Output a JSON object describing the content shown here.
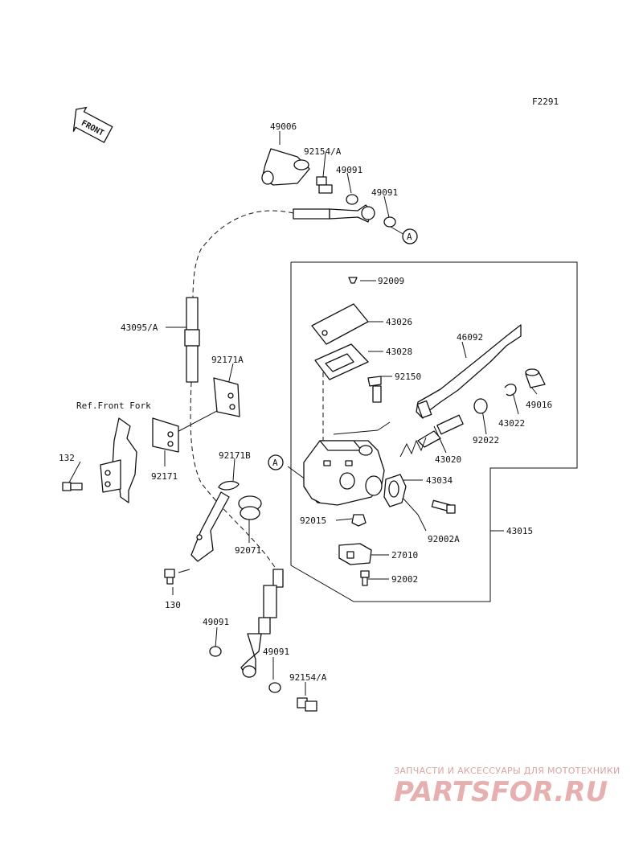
{
  "figure_code": "F2291",
  "front_label": "FRONT",
  "ref_label": "Ref.Front Fork",
  "marker_a": "A",
  "parts": {
    "p49006": "49006",
    "p92154a_top": "92154/A",
    "p49091_top1": "49091",
    "p49091_top2": "49091",
    "p43095a": "43095/A",
    "p92171a": "92171A",
    "p132": "132",
    "p92171": "92171",
    "p92171b": "92171B",
    "p92071": "92071",
    "p130": "130",
    "p49091_bot1": "49091",
    "p49091_bot2": "49091",
    "p92154a_bot": "92154/A",
    "p92009": "92009",
    "p43026": "43026",
    "p43028": "43028",
    "p92150": "92150",
    "p46092": "46092",
    "p49016": "49016",
    "p43022": "43022",
    "p92022": "92022",
    "p43020": "43020",
    "p43034": "43034",
    "p92015": "92015",
    "p92002a": "92002A",
    "p43015": "43015",
    "p27010": "27010",
    "p92002": "92002"
  },
  "watermark": {
    "tagline": "ЗАПЧАСТИ И АКСЕССУАРЫ ДЛЯ МОТОТЕХНИКИ",
    "logo": "PARTSFOR.RU"
  }
}
